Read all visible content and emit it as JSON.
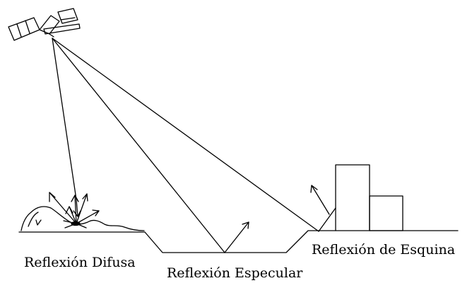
{
  "labels": {
    "diffuse": "Reflexión Difusa",
    "specular": "Reflexión Especular",
    "corner": "Reflexión de Esquina"
  },
  "colors": {
    "line": "#000000",
    "background": "#ffffff"
  },
  "icons": {
    "sensor": "satellite-icon"
  }
}
